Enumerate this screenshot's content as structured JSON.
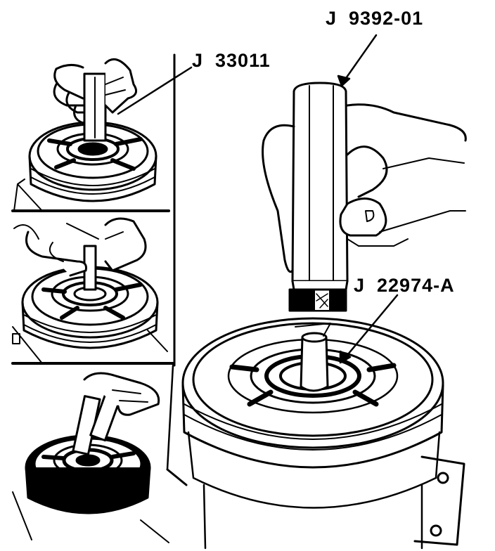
{
  "labels": {
    "tool_handle": "J  9392-01",
    "tool_small": "J  33011",
    "tool_installer": "J  22974-A"
  },
  "colors": {
    "ink": "#000000",
    "paper": "#ffffff"
  }
}
